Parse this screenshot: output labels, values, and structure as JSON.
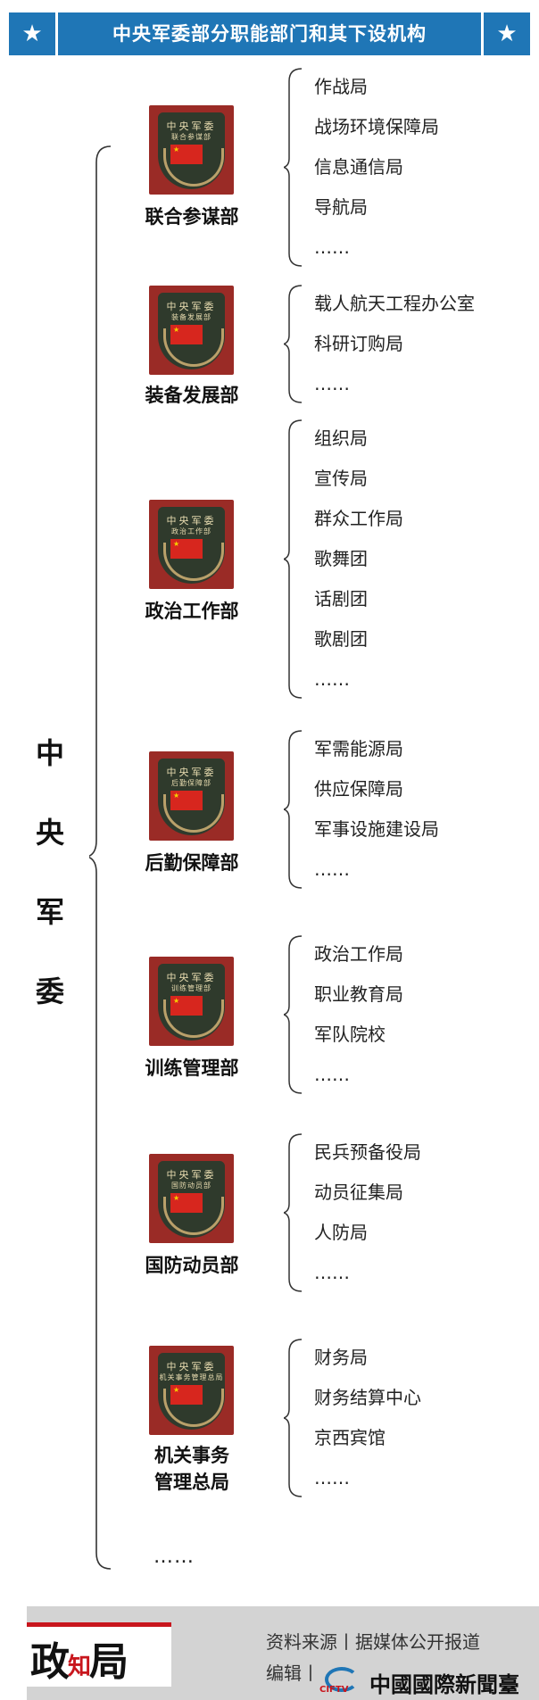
{
  "header": {
    "title": "中央军委部分职能部门和其下设机构"
  },
  "root": {
    "label": "中央军委",
    "chars": [
      "中",
      "央",
      "军",
      "委"
    ],
    "trailing": "……"
  },
  "departments": [
    {
      "name": "联合参谋部",
      "badge_top": "中央军委",
      "badge_sub": "联合参谋部",
      "subunits": [
        "作战局",
        "战场环境保障局",
        "信息通信局",
        "导航局",
        "……"
      ]
    },
    {
      "name": "装备发展部",
      "badge_top": "中央军委",
      "badge_sub": "装备发展部",
      "subunits": [
        "载人航天工程办公室",
        "科研订购局",
        "……"
      ]
    },
    {
      "name": "政治工作部",
      "badge_top": "中央军委",
      "badge_sub": "政治工作部",
      "subunits": [
        "组织局",
        "宣传局",
        "群众工作局",
        "歌舞团",
        "话剧团",
        "歌剧团",
        "……"
      ]
    },
    {
      "name": "后勤保障部",
      "badge_top": "中央军委",
      "badge_sub": "后勤保障部",
      "subunits": [
        "军需能源局",
        "供应保障局",
        "军事设施建设局",
        "……"
      ]
    },
    {
      "name": "训练管理部",
      "badge_top": "中央军委",
      "badge_sub": "训练管理部",
      "subunits": [
        "政治工作局",
        "职业教育局",
        "军队院校",
        "……"
      ]
    },
    {
      "name": "国防动员部",
      "badge_top": "中央军委",
      "badge_sub": "国防动员部",
      "subunits": [
        "民兵预备役局",
        "动员征集局",
        "人防局",
        "……"
      ]
    },
    {
      "name_lines": [
        "机关事务",
        "管理总局"
      ],
      "badge_top": "中央军委",
      "badge_sub": "机关事务管理总局",
      "subunits": [
        "财务局",
        "财务结算中心",
        "京西宾馆",
        "……"
      ]
    }
  ],
  "footer": {
    "logo": {
      "left": "政",
      "middle": "知",
      "right": "局"
    },
    "source": "资料来源丨据媒体公开报道",
    "editor": "编辑丨",
    "cif_abbr": "CIFTV",
    "cif_name": "中國國際新聞臺"
  },
  "colors": {
    "header_blue": "#1f76b6",
    "badge_red": "#9a2b26",
    "logo_red": "#c8161d",
    "footer_gray": "#d3d3d3"
  }
}
